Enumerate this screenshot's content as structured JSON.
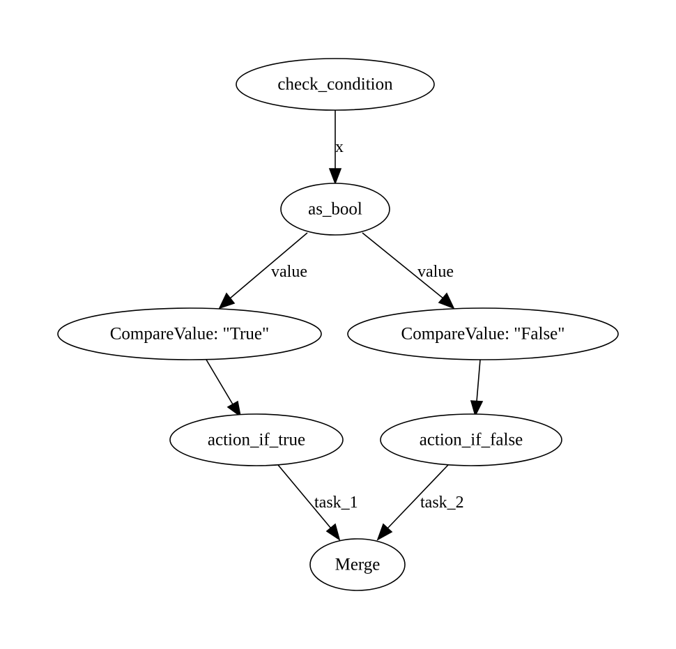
{
  "nodes": [
    {
      "id": "check_condition",
      "label": "check_condition"
    },
    {
      "id": "as_bool",
      "label": "as_bool"
    },
    {
      "id": "compare_true",
      "label": "CompareValue: \"True\""
    },
    {
      "id": "compare_false",
      "label": "CompareValue: \"False\""
    },
    {
      "id": "action_if_true",
      "label": "action_if_true"
    },
    {
      "id": "action_if_false",
      "label": "action_if_false"
    },
    {
      "id": "merge",
      "label": "Merge"
    }
  ],
  "edges": [
    {
      "from": "check_condition",
      "to": "as_bool",
      "label": "x"
    },
    {
      "from": "as_bool",
      "to": "compare_true",
      "label": "value"
    },
    {
      "from": "as_bool",
      "to": "compare_false",
      "label": "value"
    },
    {
      "from": "compare_true",
      "to": "action_if_true",
      "label": ""
    },
    {
      "from": "compare_false",
      "to": "action_if_false",
      "label": ""
    },
    {
      "from": "action_if_true",
      "to": "merge",
      "label": "task_1"
    },
    {
      "from": "action_if_false",
      "to": "merge",
      "label": "task_2"
    }
  ]
}
